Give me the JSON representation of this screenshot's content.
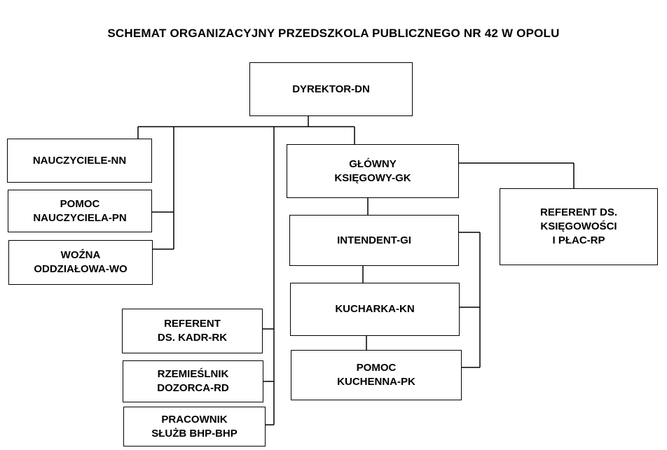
{
  "title": "SCHEMAT ORGANIZACYJNY PRZEDSZKOLA PUBLICZNEGO NR 42 W OPOLU",
  "nodes": {
    "dyrektor": "DYREKTOR-DN",
    "nauczyciele": "NAUCZYCIELE-NN",
    "pomoc_nauczyciela": "POMOC\nNAUCZYCIELA-PN",
    "wozna": "WOŹNA\nODDZIAŁOWA-WO",
    "glowny_ksiegowy": "GŁÓWNY\nKSIĘGOWY-GK",
    "referent_ksiegowosci": "REFERENT DS.\nKSIĘGOWOŚCI\nI PŁAC-RP",
    "intendent": "INTENDENT-GI",
    "kucharka": "KUCHARKA-KN",
    "pomoc_kuchenna": "POMOC\nKUCHENNA-PK",
    "referent_kadr": "REFERENT\nDS.  KADR-RK",
    "rzemieslnik": "RZEMIEŚLNIK\nDOZORCA-RD",
    "pracownik_bhp": "PRACOWNIK\nSŁUŻB BHP-BHP"
  }
}
